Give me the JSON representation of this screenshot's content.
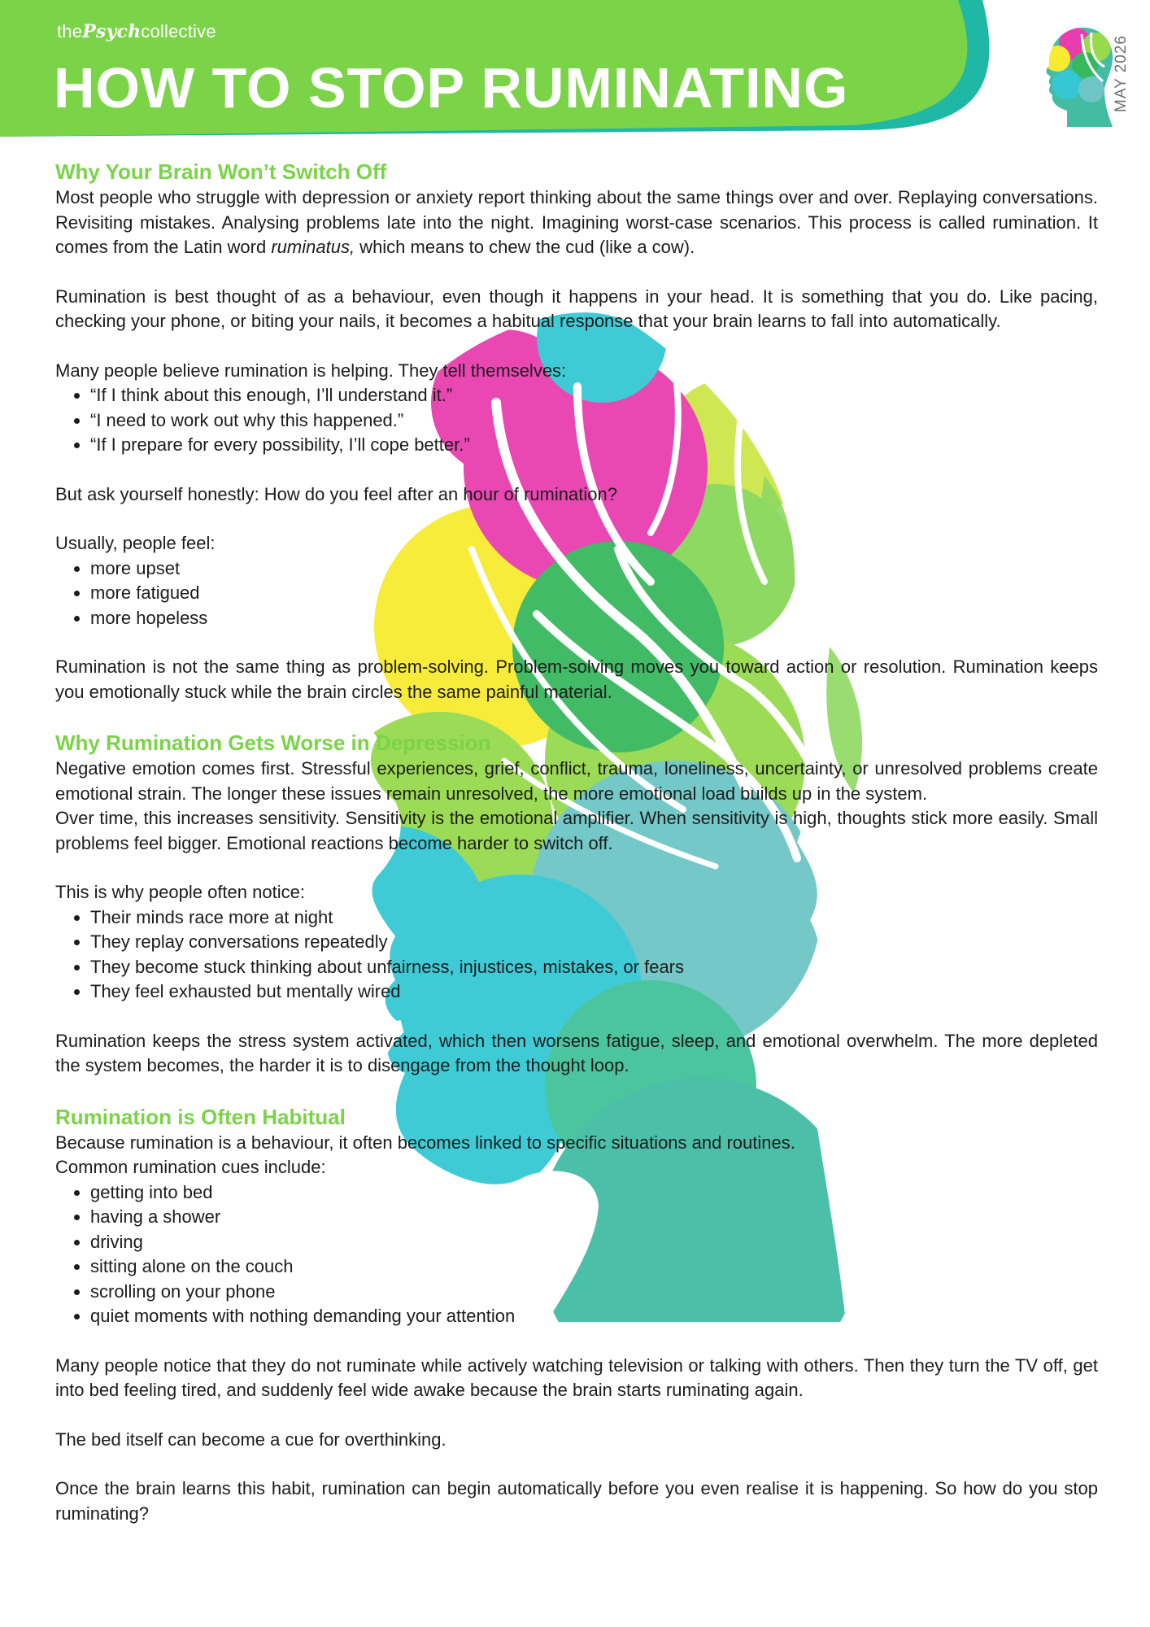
{
  "colors": {
    "green": "#7bd348",
    "teal": "#2fb59a",
    "magenta": "#e629a6",
    "yellow": "#f7ea1b",
    "cyan": "#20c3d0"
  },
  "header": {
    "brand_prefix": "the",
    "brand_mid": "Psych",
    "brand_suffix": "collective",
    "title": "HOW TO STOP RUMINATING",
    "date": "MAY 2026",
    "logo_icon": "colorful-head-silhouette-icon"
  },
  "art": {
    "icon": "colorful-head-silhouette-illustration"
  },
  "s1": {
    "heading": "Why Your Brain Won’t Switch Off",
    "p1_a": "Most people who struggle with depression or anxiety report thinking about the same things over and over. Replaying conversations. Revisiting mistakes. Analysing problems late into the night. Imagining worst-case scenarios. This process is called rumination. It comes from the Latin word ",
    "p1_em": "ruminatus,",
    "p1_b": " which means to chew the cud (like a cow).",
    "p2": "Rumination is best thought of as a behaviour, even though it happens in your head. It is something that you do. Like pacing, checking your phone, or biting your nails, it becomes a habitual response that your brain learns to fall into automatically.",
    "p3": "Many people believe rumination is helping. They tell themselves:",
    "beliefs": [
      "“If I think about this enough, I’ll understand it.”",
      "“I need to work out why this happened.”",
      "“If I prepare for every possibility, I’ll cope better.”"
    ],
    "p4": "But ask yourself honestly: How do you feel after an hour of rumination?",
    "p5": "Usually, people feel:",
    "feelings": [
      "more upset",
      "more fatigued",
      "more hopeless"
    ],
    "p6": "Rumination is not the same thing as problem-solving. Problem-solving moves you toward action or resolution. Rumination keeps you emotionally stuck while the brain circles the same painful material."
  },
  "s2": {
    "heading": "Why Rumination Gets Worse in Depression",
    "p1": "Negative emotion comes first. Stressful experiences, grief, conflict, trauma, loneliness, uncertainty, or unresolved problems create emotional strain. The longer these issues remain unresolved, the more emotional load builds up in the system.",
    "p2": "Over time, this increases sensitivity. Sensitivity is the emotional amplifier. When sensitivity is high, thoughts stick more easily. Small problems feel bigger. Emotional reactions become harder to switch off.",
    "p3": "This is why people often notice:",
    "notices": [
      "Their minds race more at night",
      "They replay conversations repeatedly",
      "They become stuck thinking about unfairness, injustices, mistakes, or fears",
      "They feel exhausted but mentally wired"
    ],
    "p4": "Rumination keeps the stress system activated, which then worsens fatigue, sleep, and emotional overwhelm. The more depleted the system becomes, the harder it is to disengage from the thought loop."
  },
  "s3": {
    "heading": "Rumination is Often Habitual",
    "p1": "Because rumination is a behaviour, it often becomes linked to specific situations and routines.",
    "p2": "Common rumination cues include:",
    "cues": [
      "getting into bed",
      "having a shower",
      "driving",
      "sitting alone on the couch",
      "scrolling on your phone",
      "quiet moments with nothing demanding your attention"
    ],
    "p3": "Many people notice that they do not ruminate while actively watching television or talking with others. Then they turn the TV off, get into bed feeling tired, and suddenly feel wide awake because the brain starts ruminating again.",
    "p4": "The bed itself can become a cue for overthinking.",
    "p5": "Once the brain learns this habit, rumination can begin automatically before you even realise it is happening. So how do you stop ruminating?"
  }
}
